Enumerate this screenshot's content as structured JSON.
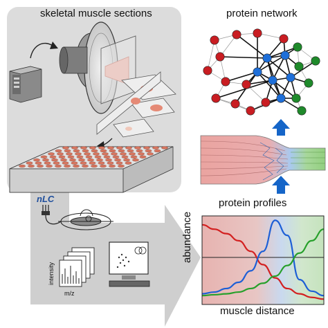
{
  "labels": {
    "sections_title": "skeletal muscle sections",
    "network_title": "protein network",
    "profiles_title": "protein profiles",
    "nlc": "nLC",
    "intensity": "intensity",
    "mz": "m/z",
    "abundance": "abundance",
    "distance": "muscle distance"
  },
  "colors": {
    "panel_gray": "#dcdcdc",
    "workflow_gray": "#cfcfcf",
    "node_red": "#c91d22",
    "node_blue": "#1e6fd9",
    "node_green": "#1f8a2b",
    "arrow_blue": "#1565c8",
    "curve_red": "#d32020",
    "curve_blue": "#1d5fd6",
    "curve_green": "#27a02b",
    "muscle_red": "#e79a96",
    "junction_blue": "#a9c9ef",
    "tendon_green": "#9fd08e",
    "plate_well": "#d9755e"
  },
  "icons": [
    "cryostat-icon",
    "cryotome-blade-icon",
    "slide-icon",
    "well-plate-icon",
    "power-plug-icon",
    "nlc-column-icon",
    "ms-spectra-icon",
    "computer-icon",
    "up-arrow-icon"
  ],
  "chart_data": {
    "type": "line",
    "xlabel": "muscle distance",
    "ylabel": "abundance",
    "series": [
      {
        "color": "#d32020",
        "x": [
          0,
          0.1,
          0.2,
          0.3,
          0.4,
          0.5,
          0.6,
          0.7,
          0.8,
          0.9,
          1.0
        ],
        "values": [
          0.9,
          0.85,
          0.8,
          0.72,
          0.6,
          0.45,
          0.3,
          0.18,
          0.12,
          0.08,
          0.06
        ]
      },
      {
        "color": "#1d5fd6",
        "x": [
          0,
          0.1,
          0.2,
          0.3,
          0.4,
          0.5,
          0.6,
          0.7,
          0.8,
          0.9,
          1.0
        ],
        "values": [
          0.12,
          0.14,
          0.18,
          0.25,
          0.38,
          0.6,
          0.95,
          0.78,
          0.28,
          0.15,
          0.1
        ]
      },
      {
        "color": "#27a02b",
        "x": [
          0,
          0.1,
          0.2,
          0.3,
          0.4,
          0.5,
          0.6,
          0.7,
          0.8,
          0.9,
          1.0
        ],
        "values": [
          0.1,
          0.11,
          0.12,
          0.14,
          0.18,
          0.24,
          0.32,
          0.44,
          0.58,
          0.72,
          0.85
        ]
      }
    ]
  }
}
